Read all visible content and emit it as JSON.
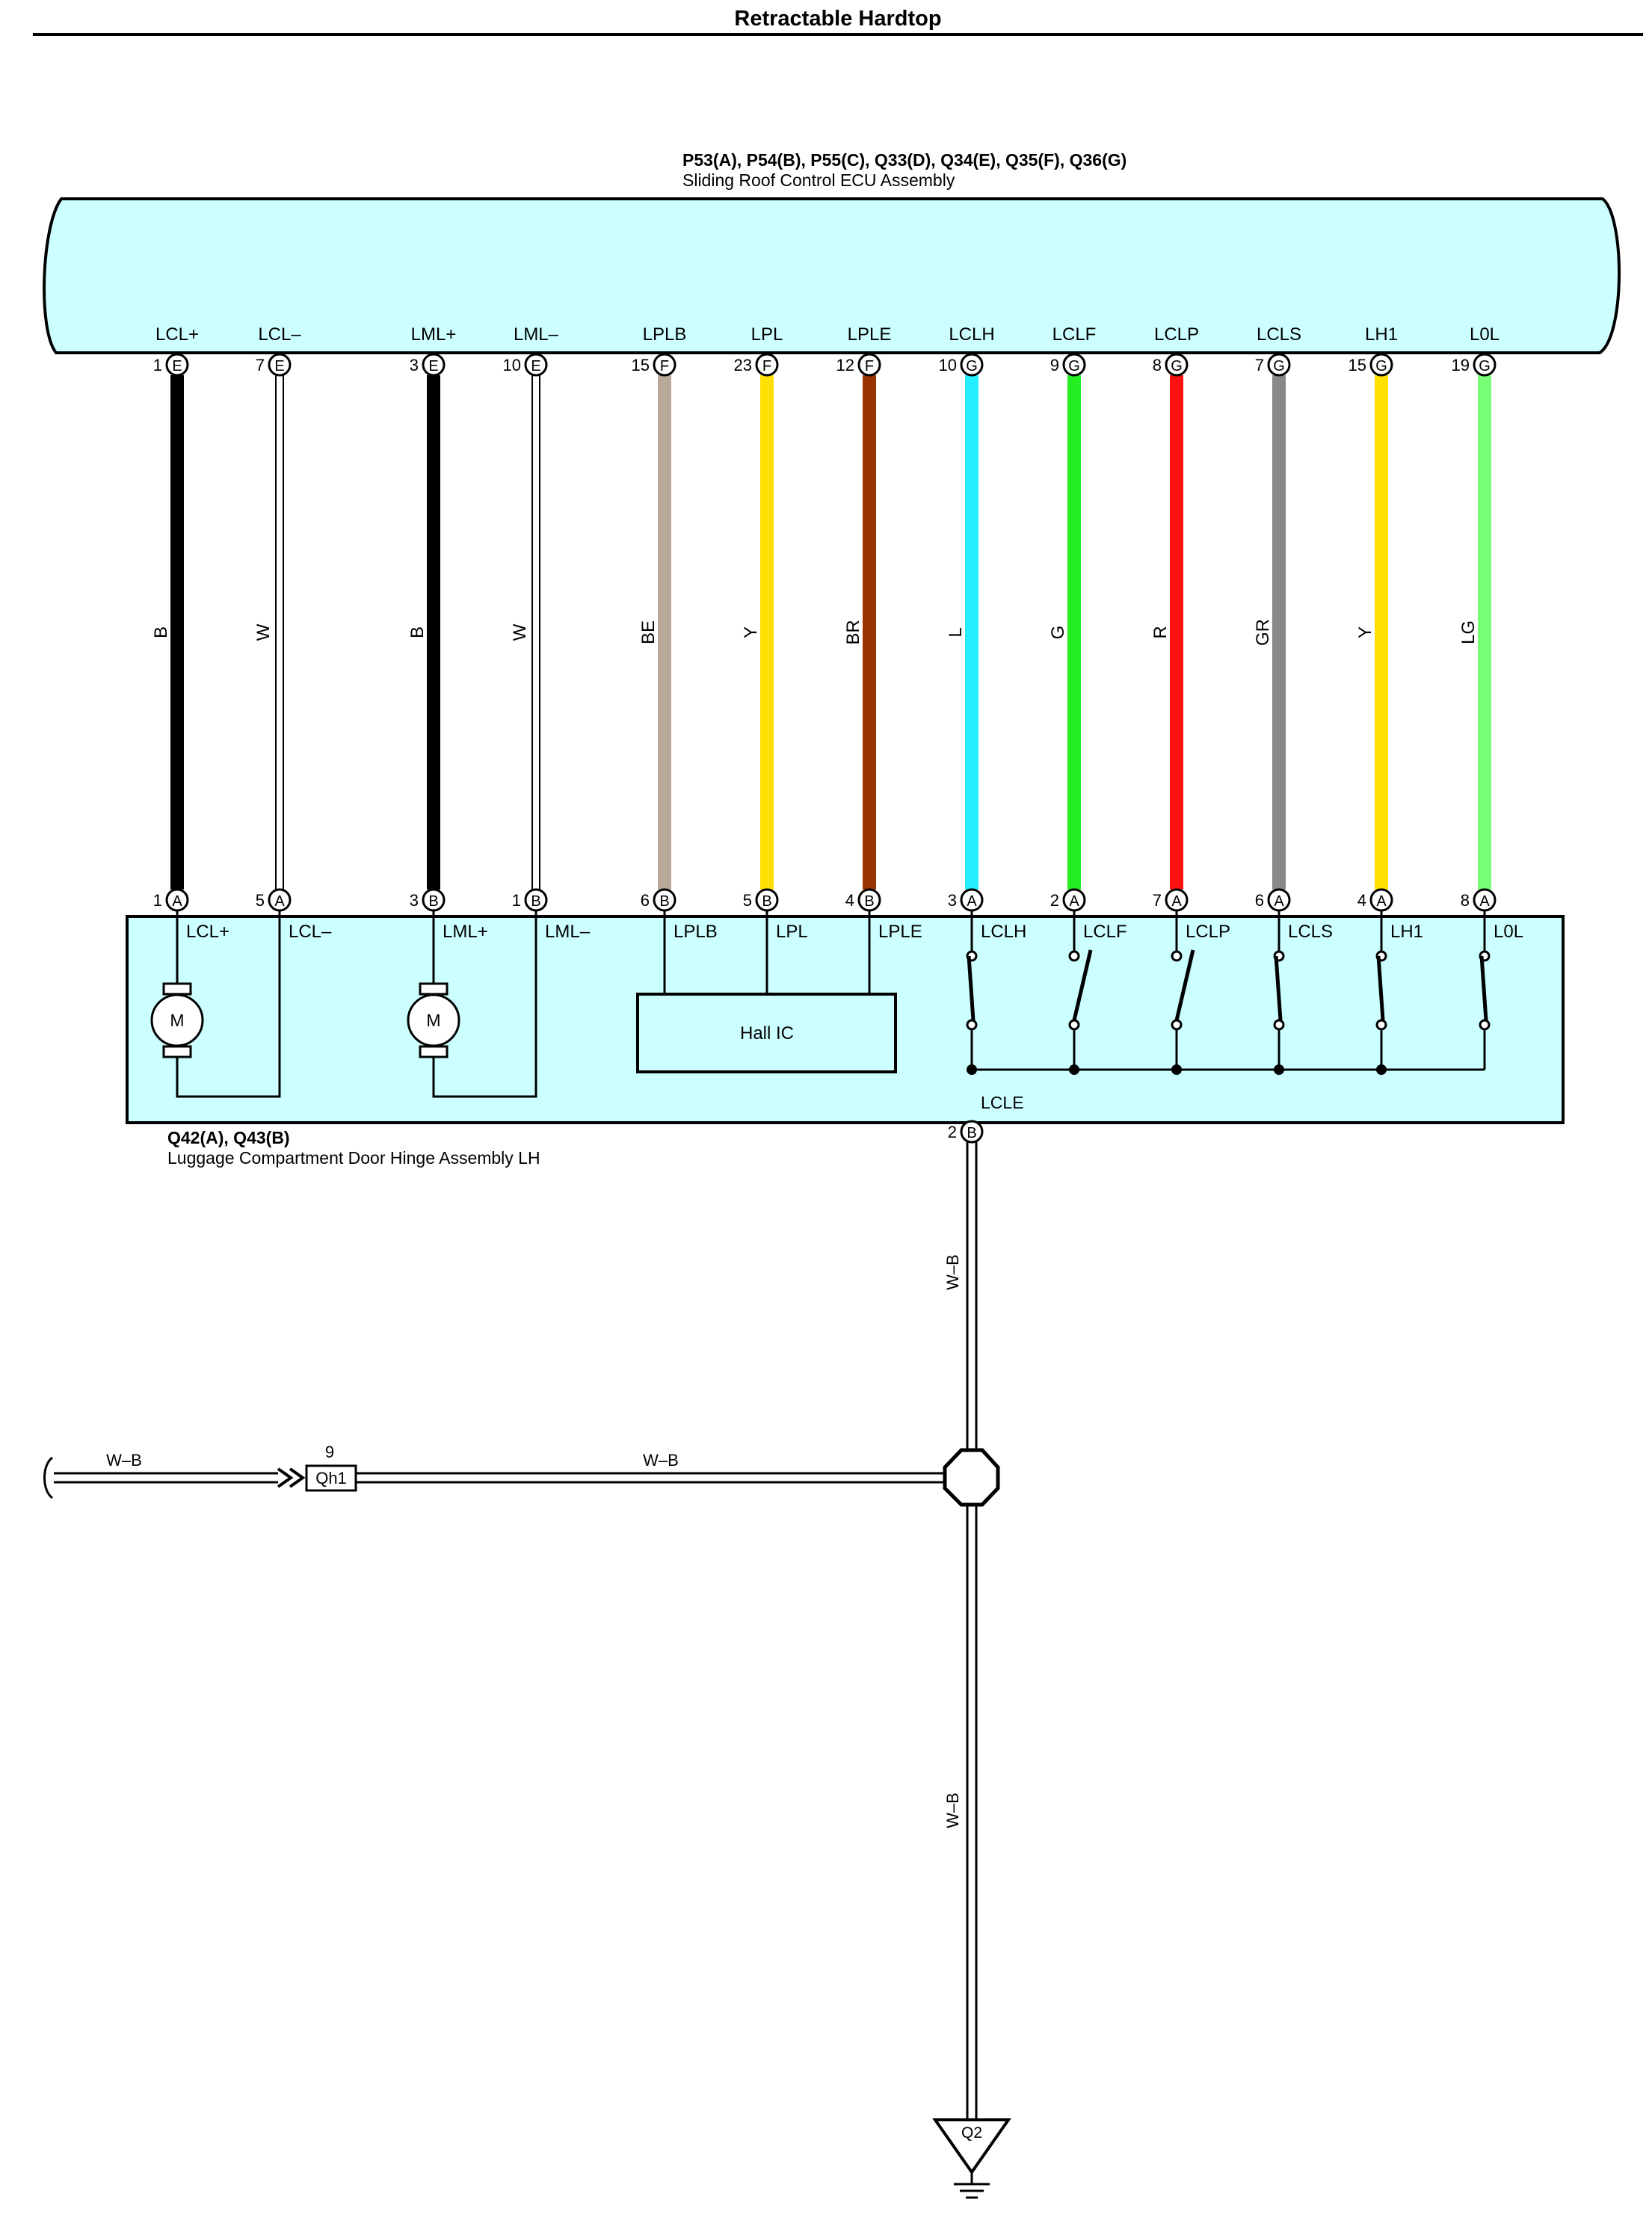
{
  "page": {
    "title": "Retractable Hardtop"
  },
  "ecu": {
    "connectors_label": "P53(A), P54(B), P55(C), Q33(D), Q34(E), Q35(F), Q36(G)",
    "name": "Sliding Roof Control ECU Assembly",
    "fill_color": "#ccffff"
  },
  "hinge": {
    "connectors_label": "Q42(A), Q43(B)",
    "name": "Luggage Compartment Door Hinge Assembly LH",
    "fill_color": "#ccffff",
    "motor_symbol": "M",
    "hall_ic_label": "Hall IC",
    "common_terminal": "LCLE",
    "common_pin": "2",
    "common_connector": "B"
  },
  "wires": [
    {
      "ecu_term": "LCL+",
      "ecu_pin": "1",
      "ecu_conn": "E",
      "color_code": "B",
      "hex": "#000000",
      "hinge_pin": "1",
      "hinge_conn": "A",
      "hinge_term": "LCL+",
      "hollow": false
    },
    {
      "ecu_term": "LCL–",
      "ecu_pin": "7",
      "ecu_conn": "E",
      "color_code": "W",
      "hex": "#ffffff",
      "hinge_pin": "5",
      "hinge_conn": "A",
      "hinge_term": "LCL–",
      "hollow": true
    },
    {
      "ecu_term": "LML+",
      "ecu_pin": "3",
      "ecu_conn": "E",
      "color_code": "B",
      "hex": "#000000",
      "hinge_pin": "3",
      "hinge_conn": "B",
      "hinge_term": "LML+",
      "hollow": false
    },
    {
      "ecu_term": "LML–",
      "ecu_pin": "10",
      "ecu_conn": "E",
      "color_code": "W",
      "hex": "#ffffff",
      "hinge_pin": "1",
      "hinge_conn": "B",
      "hinge_term": "LML–",
      "hollow": true
    },
    {
      "ecu_term": "LPLB",
      "ecu_pin": "15",
      "ecu_conn": "F",
      "color_code": "BE",
      "hex": "#b8a898",
      "hinge_pin": "6",
      "hinge_conn": "B",
      "hinge_term": "LPLB",
      "hollow": false
    },
    {
      "ecu_term": "LPL",
      "ecu_pin": "23",
      "ecu_conn": "F",
      "color_code": "Y",
      "hex": "#ffe000",
      "hinge_pin": "5",
      "hinge_conn": "B",
      "hinge_term": "LPL",
      "hollow": false
    },
    {
      "ecu_term": "LPLE",
      "ecu_pin": "12",
      "ecu_conn": "F",
      "color_code": "BR",
      "hex": "#993300",
      "hinge_pin": "4",
      "hinge_conn": "B",
      "hinge_term": "LPLE",
      "hollow": false
    },
    {
      "ecu_term": "LCLH",
      "ecu_pin": "10",
      "ecu_conn": "G",
      "color_code": "L",
      "hex": "#22eeff",
      "hinge_pin": "3",
      "hinge_conn": "A",
      "hinge_term": "LCLH",
      "hollow": false
    },
    {
      "ecu_term": "LCLF",
      "ecu_pin": "9",
      "ecu_conn": "G",
      "color_code": "G",
      "hex": "#22ee22",
      "hinge_pin": "2",
      "hinge_conn": "A",
      "hinge_term": "LCLF",
      "hollow": false
    },
    {
      "ecu_term": "LCLP",
      "ecu_pin": "8",
      "ecu_conn": "G",
      "color_code": "R",
      "hex": "#ff1111",
      "hinge_pin": "7",
      "hinge_conn": "A",
      "hinge_term": "LCLP",
      "hollow": false
    },
    {
      "ecu_term": "LCLS",
      "ecu_pin": "7",
      "ecu_conn": "G",
      "color_code": "GR",
      "hex": "#888888",
      "hinge_pin": "6",
      "hinge_conn": "A",
      "hinge_term": "LCLS",
      "hollow": false
    },
    {
      "ecu_term": "LH1",
      "ecu_pin": "15",
      "ecu_conn": "G",
      "color_code": "Y",
      "hex": "#ffe000",
      "hinge_pin": "4",
      "hinge_conn": "A",
      "hinge_term": "LH1",
      "hollow": false
    },
    {
      "ecu_term": "L0L",
      "ecu_pin": "19",
      "ecu_conn": "G",
      "color_code": "LG",
      "hex": "#77ff77",
      "hinge_pin": "8",
      "hinge_conn": "A",
      "hinge_term": "L0L",
      "hollow": false
    }
  ],
  "ground": {
    "wire_color_upper": "W–B",
    "wire_color_lower": "W–B",
    "branch_wire_color_left": "W–B",
    "branch_wire_color_right": "W–B",
    "junction_connector": "Qh1",
    "junction_pin": "9",
    "ground_point": "Q2"
  }
}
